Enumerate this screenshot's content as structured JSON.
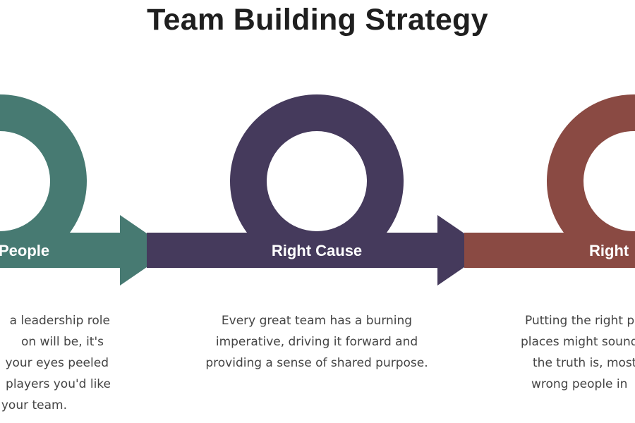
{
  "title": "Team Building Strategy",
  "steps": [
    {
      "label": "People",
      "color": "#477a72",
      "description": [
        "a leadership role",
        "on will be, it's",
        "your eyes peeled",
        "players you'd like",
        "your team."
      ]
    },
    {
      "label": "Right Cause",
      "color": "#453a5c",
      "description": [
        "Every great team has a burning",
        "imperative, driving it forward and",
        "providing a sense of shared purpose."
      ]
    },
    {
      "label": "Right",
      "color": "#8a4a43",
      "description": [
        "Putting the right p",
        "places might sound",
        "the truth is, most",
        "wrong people in"
      ]
    }
  ]
}
